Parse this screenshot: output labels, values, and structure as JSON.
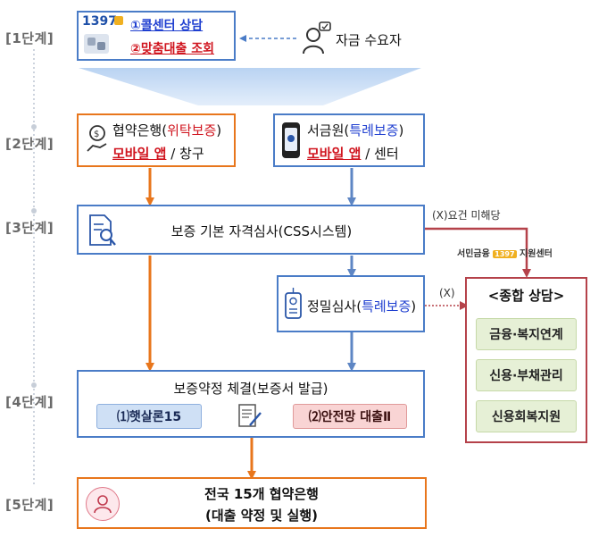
{
  "stages": [
    "[1단계]",
    "[2단계]",
    "[3단계]",
    "[4단계]",
    "[5단계]"
  ],
  "step1": {
    "logo_number": "1397",
    "line1": "①콜센터 상담",
    "line2": "②맞춤대출 조회"
  },
  "applicant": {
    "label": "자금 수요자"
  },
  "bank_box": {
    "title_prefix": "협약은행(",
    "title_highlight": "위탁보증",
    "title_suffix": ")",
    "app": "모바일 앱",
    "sep": " / ",
    "other": "창구"
  },
  "agency_box": {
    "title_prefix": "서금원(",
    "title_highlight": "특례보증",
    "title_suffix": ")",
    "app": "모바일 앱",
    "sep": " / ",
    "other": "센터"
  },
  "screening": {
    "label": "보증 기본 자격심사(CSS시스템)"
  },
  "detail": {
    "prefix": "정밀심사(",
    "highlight": "특례보증",
    "suffix": ")"
  },
  "not_met": "(X)요건 미해당",
  "x_mark": "(X)",
  "center_logo": {
    "pre": "서민금융",
    "mark": "1397",
    "post": "지원센터"
  },
  "consult": {
    "title": "<종합 상담>",
    "items": [
      "금융·복지연계",
      "신용·부채관리",
      "신용회복지원"
    ]
  },
  "contract": {
    "title": "보증약정 체결(보증서 발급)",
    "left": "⑴햇살론15",
    "right": "⑵안전망 대출Ⅱ"
  },
  "final": {
    "line1": "전국 15개 협약은행",
    "line2": "(대출 약정 및 실행)"
  },
  "colors": {
    "blue": "#4a7cc7",
    "orange": "#e8761c",
    "red": "#b5424a",
    "highlight_blue": "#1f3fd0",
    "highlight_red": "#d0141e",
    "green_fill": "#e6f0d6"
  }
}
